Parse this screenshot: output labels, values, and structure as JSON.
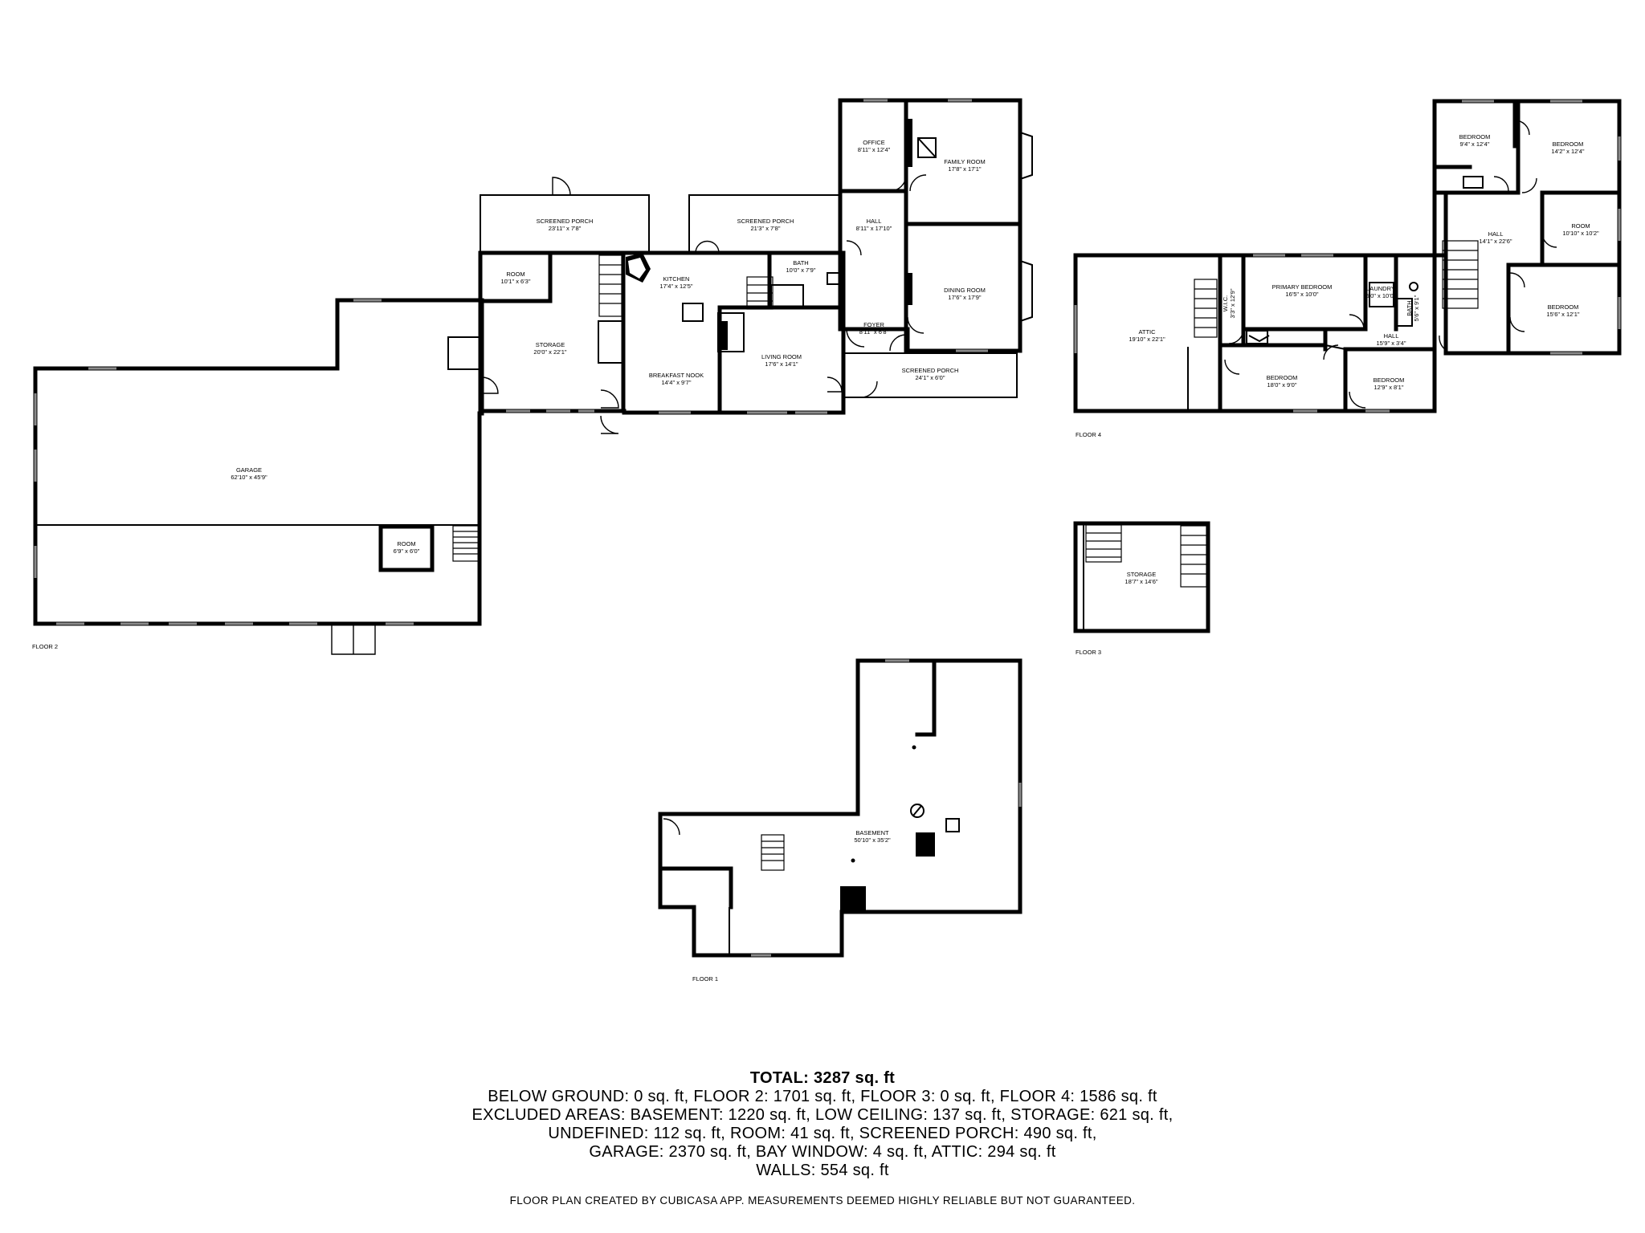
{
  "floors": [
    {
      "id": "floor-1",
      "label": "FLOOR 1",
      "rooms": [
        {
          "name": "BASEMENT",
          "dims": "50'10\" x 35'2\""
        }
      ]
    },
    {
      "id": "floor-2",
      "label": "FLOOR 2",
      "rooms": [
        {
          "name": "GARAGE",
          "dims": "62'10\" x 45'9\""
        },
        {
          "name": "ROOM",
          "dims": "6'9\" x 6'0\""
        },
        {
          "name": "SCREENED PORCH",
          "dims": "23'11\" x 7'8\""
        },
        {
          "name": "ROOM",
          "dims": "10'1\" x 6'3\""
        },
        {
          "name": "STORAGE",
          "dims": "20'0\" x 22'1\""
        },
        {
          "name": "KITCHEN",
          "dims": "17'4\" x 12'5\""
        },
        {
          "name": "BREAKFAST NOOK",
          "dims": "14'4\" x 9'7\""
        },
        {
          "name": "SCREENED PORCH",
          "dims": "21'3\" x 7'8\""
        },
        {
          "name": "BATH",
          "dims": "10'0\" x 7'9\""
        },
        {
          "name": "LIVING ROOM",
          "dims": "17'6\" x 14'1\""
        },
        {
          "name": "OFFICE",
          "dims": "8'11\" x 12'4\""
        },
        {
          "name": "FAMILY ROOM",
          "dims": "17'8\" x 17'1\""
        },
        {
          "name": "HALL",
          "dims": "8'11\" x 17'10\""
        },
        {
          "name": "FOYER",
          "dims": "8'11\" x 6'8\""
        },
        {
          "name": "DINING ROOM",
          "dims": "17'6\" x 17'9\""
        },
        {
          "name": "SCREENED PORCH",
          "dims": "24'1\" x 6'0\""
        }
      ]
    },
    {
      "id": "floor-3",
      "label": "FLOOR 3",
      "rooms": [
        {
          "name": "STORAGE",
          "dims": "18'7\" x 14'6\""
        }
      ]
    },
    {
      "id": "floor-4",
      "label": "FLOOR 4",
      "rooms": [
        {
          "name": "ATTIC",
          "dims": "19'10\" x 22'1\""
        },
        {
          "name": "W.I.C.",
          "dims": "3'3\" x 12'9\""
        },
        {
          "name": "PRIMARY BEDROOM",
          "dims": "16'5\" x 10'0\""
        },
        {
          "name": "LAUNDRY",
          "dims": "5'0\" x 10'0\""
        },
        {
          "name": "BATH",
          "dims": "5'6\" x 9'1\""
        },
        {
          "name": "HALL",
          "dims": "15'9\" x 3'4\""
        },
        {
          "name": "BEDROOM",
          "dims": "18'0\" x 9'0\""
        },
        {
          "name": "BEDROOM",
          "dims": "12'9\" x 8'1\""
        },
        {
          "name": "BEDROOM",
          "dims": "9'4\" x 12'4\""
        },
        {
          "name": "BEDROOM",
          "dims": "14'2\" x 12'4\""
        },
        {
          "name": "HALL",
          "dims": "14'1\" x 22'6\""
        },
        {
          "name": "ROOM",
          "dims": "10'10\" x 10'2\""
        },
        {
          "name": "BEDROOM",
          "dims": "15'6\" x 12'1\""
        }
      ]
    }
  ],
  "summary": {
    "total": "TOTAL: 3287 sq. ft",
    "lines": [
      "BELOW GROUND: 0 sq. ft, FLOOR 2: 1701 sq. ft, FLOOR 3: 0 sq. ft, FLOOR 4: 1586 sq. ft",
      "EXCLUDED AREAS: BASEMENT: 1220 sq. ft, LOW CEILING: 137 sq. ft, STORAGE: 621 sq. ft,",
      "UNDEFINED: 112 sq. ft, ROOM: 41 sq. ft, SCREENED PORCH: 490 sq. ft,",
      "GARAGE: 2370 sq. ft, BAY WINDOW: 4 sq. ft, ATTIC: 294 sq. ft",
      "WALLS: 554 sq. ft"
    ]
  },
  "footer": "FLOOR PLAN CREATED BY CUBICASA APP. MEASUREMENTS DEEMED HIGHLY RELIABLE BUT NOT GUARANTEED."
}
